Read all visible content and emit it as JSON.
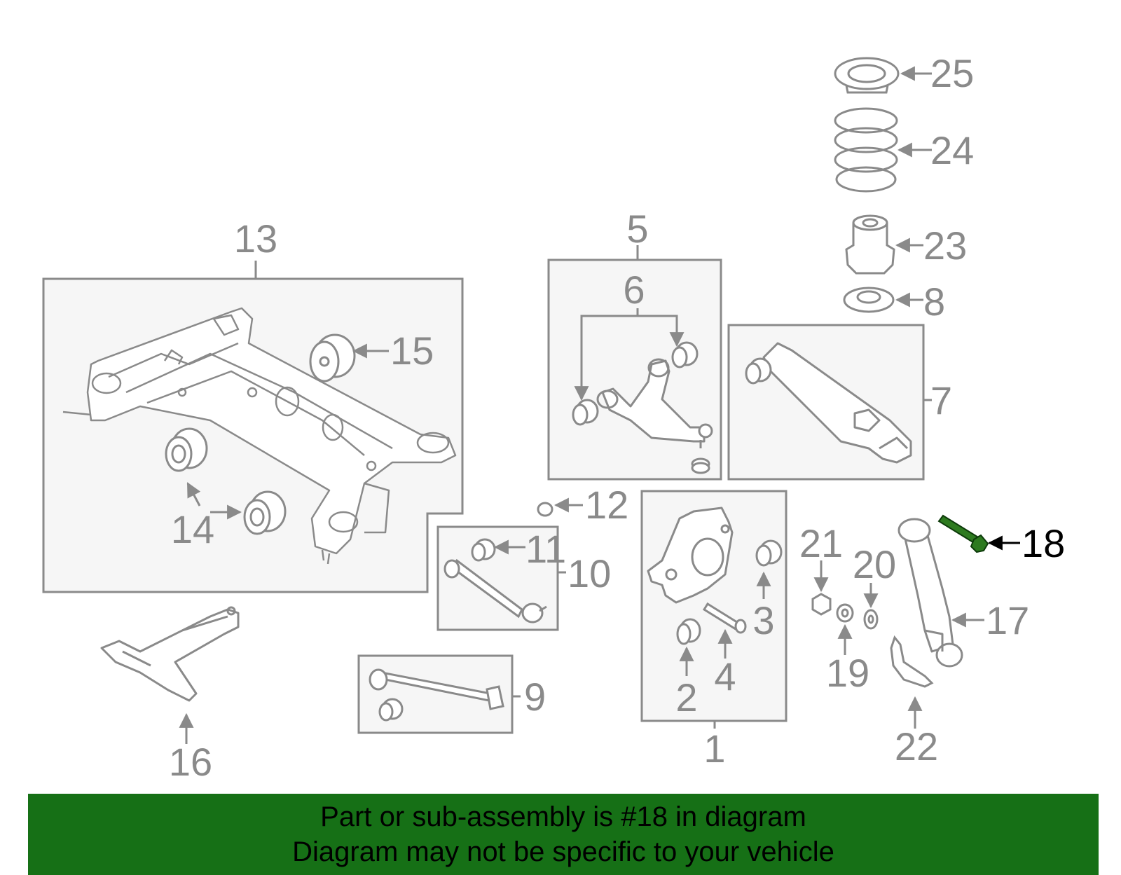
{
  "diagram": {
    "highlight_part": "18",
    "colors": {
      "line": "#8a8a8a",
      "box_fill": "#f6f6f6",
      "highlight_part_fill": "#2d7a1f",
      "banner_bg": "#167016",
      "banner_text": "#000000"
    },
    "parts": [
      {
        "id": "p1",
        "label": "1"
      },
      {
        "id": "p2",
        "label": "2"
      },
      {
        "id": "p3",
        "label": "3"
      },
      {
        "id": "p4",
        "label": "4"
      },
      {
        "id": "p5",
        "label": "5"
      },
      {
        "id": "p6",
        "label": "6"
      },
      {
        "id": "p7",
        "label": "7"
      },
      {
        "id": "p8",
        "label": "8"
      },
      {
        "id": "p9",
        "label": "9"
      },
      {
        "id": "p10",
        "label": "10"
      },
      {
        "id": "p11",
        "label": "11"
      },
      {
        "id": "p12",
        "label": "12"
      },
      {
        "id": "p13",
        "label": "13"
      },
      {
        "id": "p14",
        "label": "14"
      },
      {
        "id": "p15",
        "label": "15"
      },
      {
        "id": "p16",
        "label": "16"
      },
      {
        "id": "p17",
        "label": "17"
      },
      {
        "id": "p18",
        "label": "18"
      },
      {
        "id": "p19",
        "label": "19"
      },
      {
        "id": "p20",
        "label": "20"
      },
      {
        "id": "p21",
        "label": "21"
      },
      {
        "id": "p22",
        "label": "22"
      },
      {
        "id": "p23",
        "label": "23"
      },
      {
        "id": "p24",
        "label": "24"
      },
      {
        "id": "p25",
        "label": "25"
      }
    ]
  },
  "banner": {
    "line1": "Part or sub-assembly is #18 in diagram",
    "line2": "Diagram may not be specific to your vehicle"
  }
}
